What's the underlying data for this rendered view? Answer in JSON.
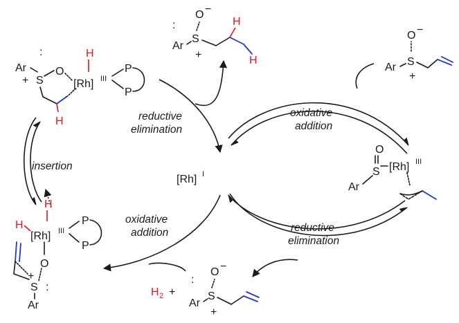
{
  "center": {
    "rh": "[Rh]",
    "ox": "I"
  },
  "labels": {
    "oxidative_addition_top": [
      "oxidative",
      "addition"
    ],
    "reductive_elimination_left": [
      "reductive",
      "elimination"
    ],
    "insertion": "insertion",
    "oxidative_addition_bottom": [
      "oxidative",
      "addition"
    ],
    "reductive_elimination_bottom": [
      "reductive",
      "elimination"
    ]
  },
  "atoms": {
    "ar": "Ar",
    "s": "S",
    "o": "O",
    "p": "P",
    "h": "H",
    "h2": "H",
    "h2_sub": "2",
    "rh": "[Rh]",
    "rh_ox": "III",
    "plus": "+",
    "minus": "−",
    "lone_pair": ":"
  },
  "colors": {
    "red": "#e8141b",
    "blue": "#1f35d6",
    "black": "#1a1a1a"
  }
}
